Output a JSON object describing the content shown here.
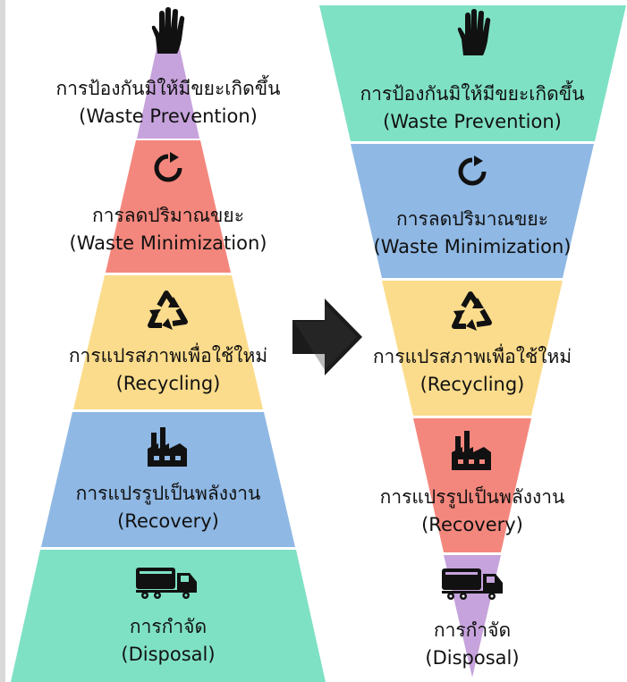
{
  "diagram": {
    "left_pyramid": {
      "tiers": [
        {
          "thai": "การป้องกันมิให้มีขยะเกิดขึ้น",
          "english": "(Waste Prevention)",
          "icon": "hand-stop-icon",
          "color": "#c6a3dc"
        },
        {
          "thai": "การลดปริมาณขยะ",
          "english": "(Waste Minimization)",
          "icon": "refresh-icon",
          "color": "#f4877d"
        },
        {
          "thai": "การแปรสภาพเพื่อใช้ใหม่",
          "english": "(Recycling)",
          "icon": "recycle-icon",
          "color": "#fbdc8c"
        },
        {
          "thai": "การแปรรูปเป็นพลังงาน",
          "english": "(Recovery)",
          "icon": "factory-icon",
          "color": "#8fb8e4"
        },
        {
          "thai": "การกำจัด",
          "english": "(Disposal)",
          "icon": "truck-icon",
          "color": "#7fe1c4"
        }
      ]
    },
    "right_pyramid": {
      "tiers": [
        {
          "thai": "การป้องกันมิให้มีขยะเกิดขึ้น",
          "english": "(Waste Prevention)",
          "icon": "hand-stop-icon",
          "color": "#7fe1c4"
        },
        {
          "thai": "การลดปริมาณขยะ",
          "english": "(Waste Minimization)",
          "icon": "refresh-icon",
          "color": "#8fb8e4"
        },
        {
          "thai": "การแปรสภาพเพื่อใช้ใหม่",
          "english": "(Recycling)",
          "icon": "recycle-icon",
          "color": "#fbdc8c"
        },
        {
          "thai": "การแปรรูปเป็นพลังงาน",
          "english": "(Recovery)",
          "icon": "factory-icon",
          "color": "#f4877d"
        },
        {
          "thai": "การกำจัด",
          "english": "(Disposal)",
          "icon": "truck-icon",
          "color": "#c6a3dc"
        }
      ]
    },
    "arrow_icon": "right-arrow-icon"
  }
}
